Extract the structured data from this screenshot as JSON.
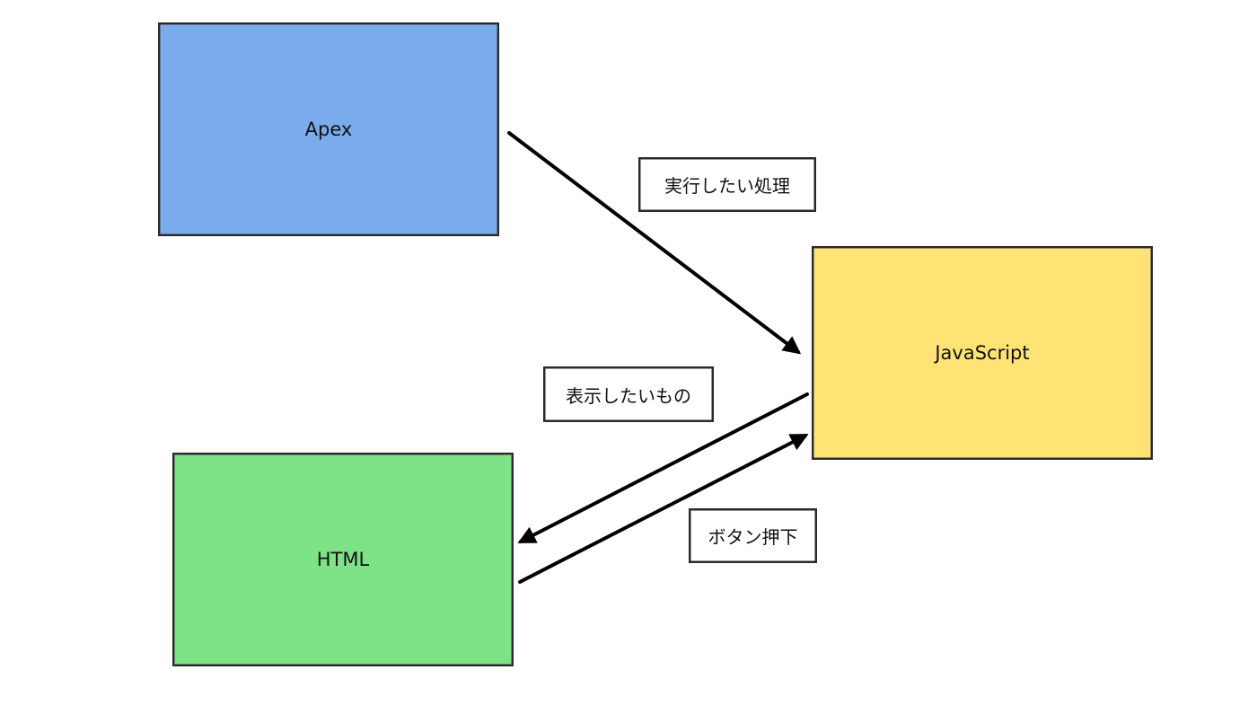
{
  "nodes": {
    "apex": {
      "label": "Apex",
      "color": "#7aabec"
    },
    "javascript": {
      "label": "JavaScript",
      "color": "#ffe374"
    },
    "html": {
      "label": "HTML",
      "color": "#7ee386"
    }
  },
  "edges": [
    {
      "from": "apex",
      "to": "javascript",
      "label": "実行したい処理"
    },
    {
      "from": "javascript",
      "to": "html",
      "label": "表示したいもの"
    },
    {
      "from": "html",
      "to": "javascript",
      "label": "ボタン押下"
    }
  ],
  "colors": {
    "stroke": "#000000",
    "border": "#2a2a2a",
    "background": "#ffffff"
  }
}
